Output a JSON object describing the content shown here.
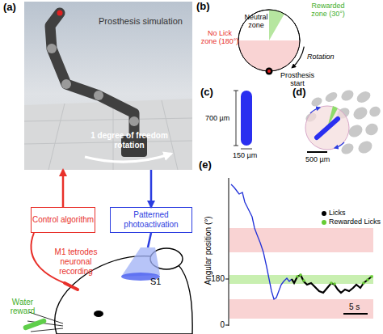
{
  "diagram": {
    "nodes": [
      {
        "text": [
          "Prosthesis simulation",
          "1 degree of freedom rotation"
        ]
      },
      {
        "text": [
          "Control algorithm"
        ]
      },
      {
        "text": [
          "Patterned photoactivation"
        ]
      }
    ],
    "edges": [
      {
        "from": 1,
        "to": 0,
        "arrow": "to"
      },
      {
        "from": 0,
        "to": 2,
        "arrow": "to"
      }
    ],
    "labels": [
      "(a)",
      "M1 tetrodes neuronal recording",
      "S1",
      "Water reward",
      "(b)",
      "Neutral zone",
      "Rewarded zone (30°)",
      "No Lick zone (180°)",
      "Rotation",
      "Prosthesis start",
      "(c)",
      "700 µm",
      "150 µm",
      "(d)",
      "500 µm",
      "(e)",
      "Angular position (°)",
      "180",
      "0",
      "5 s"
    ],
    "legend": [
      {
        "text": "Licks",
        "color": "#000000"
      },
      {
        "text": "Rewarded Licks",
        "color": "#66cc33"
      }
    ]
  }
}
